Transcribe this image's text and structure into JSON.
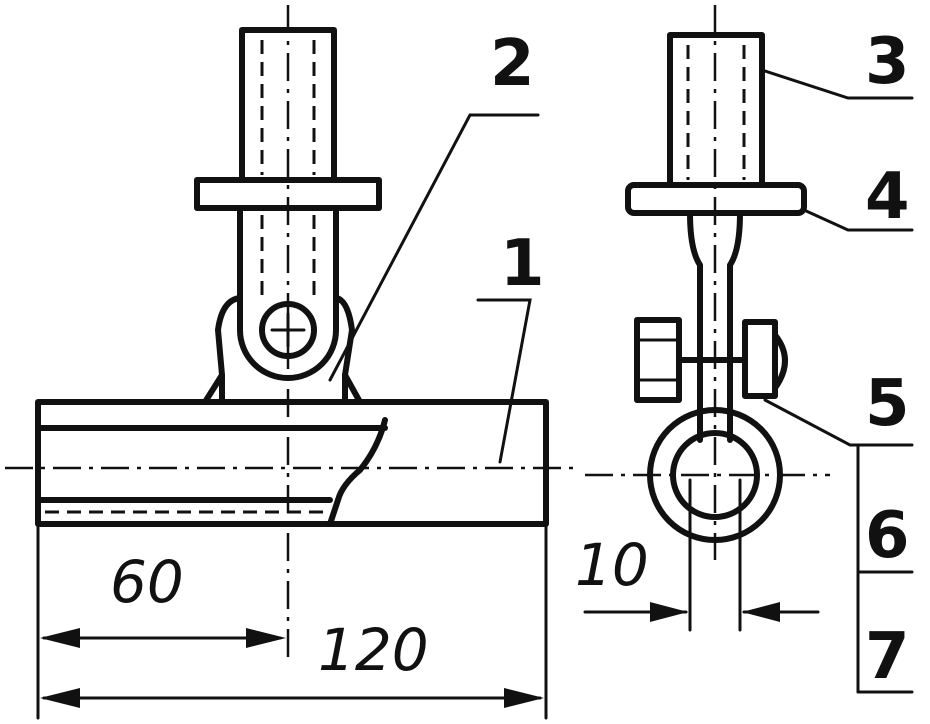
{
  "callouts": [
    "1",
    "2",
    "3",
    "4",
    "5",
    "6",
    "7"
  ],
  "dimensions": {
    "half_length": "60",
    "full_length": "120",
    "width": "10"
  }
}
